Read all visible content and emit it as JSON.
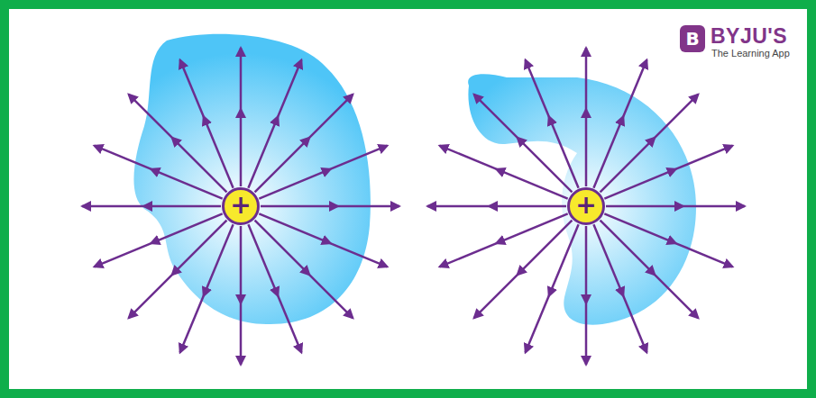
{
  "diagram": {
    "nodes": [
      {
        "text": [
          "+"
        ]
      },
      {
        "text": [
          "+"
        ]
      }
    ],
    "labels": [
      "B",
      "BYJU'S",
      "The Learning App"
    ]
  }
}
